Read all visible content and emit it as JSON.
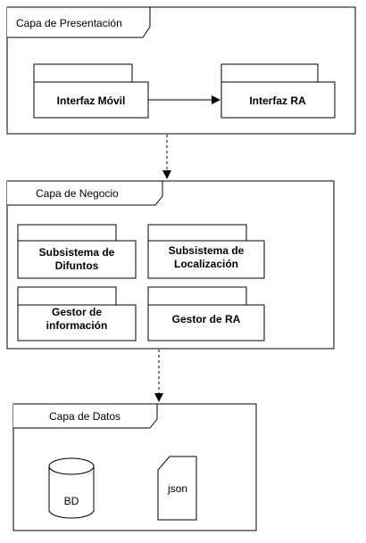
{
  "layers": {
    "presentation": {
      "title": "Capa de Presentación",
      "packages": [
        {
          "line1": "Interfaz Móvil",
          "line2": ""
        },
        {
          "line1": "Interfaz RA",
          "line2": ""
        }
      ]
    },
    "business": {
      "title": "Capa de Negocio",
      "packages": [
        {
          "line1": "Subsistema de",
          "line2": "Difuntos"
        },
        {
          "line1": "Subsistema de",
          "line2": "Localización"
        },
        {
          "line1": "Gestor de",
          "line2": "información"
        },
        {
          "line1": "Gestor de RA",
          "line2": ""
        }
      ]
    },
    "data": {
      "title": "Capa de Datos",
      "database_label": "BD",
      "file_label": "json"
    }
  },
  "colors": {
    "stroke": "#000000",
    "fill": "#ffffff"
  }
}
